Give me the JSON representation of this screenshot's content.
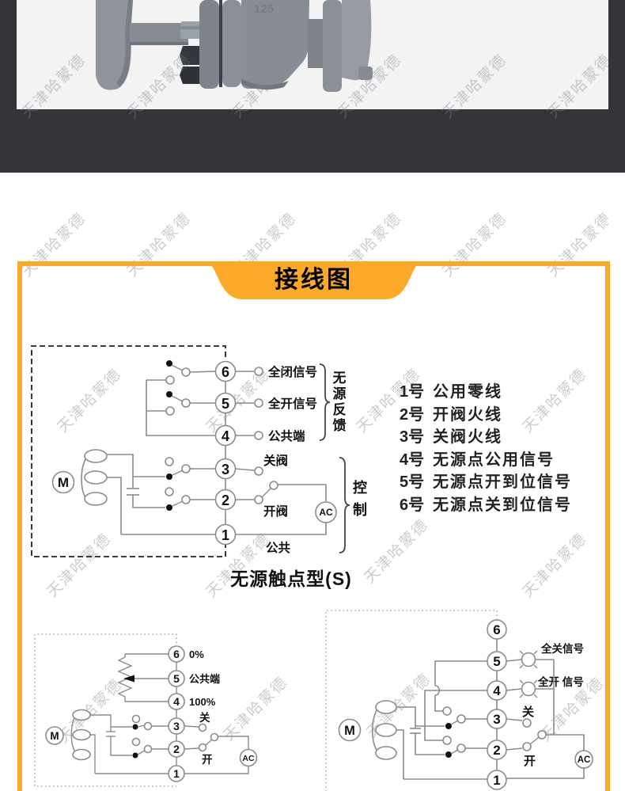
{
  "watermark": {
    "text": "天津哈蒙德"
  },
  "hero": {
    "cast_mark": "125"
  },
  "section": {
    "title": "接线图"
  },
  "d1": {
    "terminals": [
      "6",
      "5",
      "4",
      "3",
      "2",
      "1"
    ],
    "t6_label": "全闭信号",
    "t5_label": "全开信号",
    "t4_label": "公共端",
    "t3_label": "关阀",
    "t2_label": "开阀",
    "t1_label": "公共",
    "feedback_brace": [
      "无",
      "源",
      "反",
      "馈"
    ],
    "control_brace": [
      "控",
      "制"
    ],
    "motor": "M",
    "ac": "AC",
    "caption": "无源触点型(S)"
  },
  "terminal_list": [
    {
      "no": "1号",
      "desc": "公用零线"
    },
    {
      "no": "2号",
      "desc": "开阀火线"
    },
    {
      "no": "3号",
      "desc": "关阀火线"
    },
    {
      "no": "4号",
      "desc": "无源点公用信号"
    },
    {
      "no": "5号",
      "desc": "无源点开到位信号"
    },
    {
      "no": "6号",
      "desc": "无源点关到位信号"
    }
  ],
  "d2": {
    "terminals": [
      "6",
      "5",
      "4",
      "3",
      "2",
      "1"
    ],
    "t6_label": "0%",
    "t5_label": "公共端",
    "t4_label": "100%",
    "t3_label": "关",
    "t2_label": "开",
    "motor": "M",
    "ac": "AC"
  },
  "d3": {
    "terminals": [
      "6",
      "5",
      "4",
      "3",
      "2",
      "1"
    ],
    "lamp5_label": "全关信号",
    "lamp4_label": "全开 信号",
    "t3_label": "关",
    "t2_label": "开",
    "motor": "M",
    "ac": "AC"
  },
  "colors": {
    "accent": "#FAAA28",
    "band": "#333538"
  }
}
